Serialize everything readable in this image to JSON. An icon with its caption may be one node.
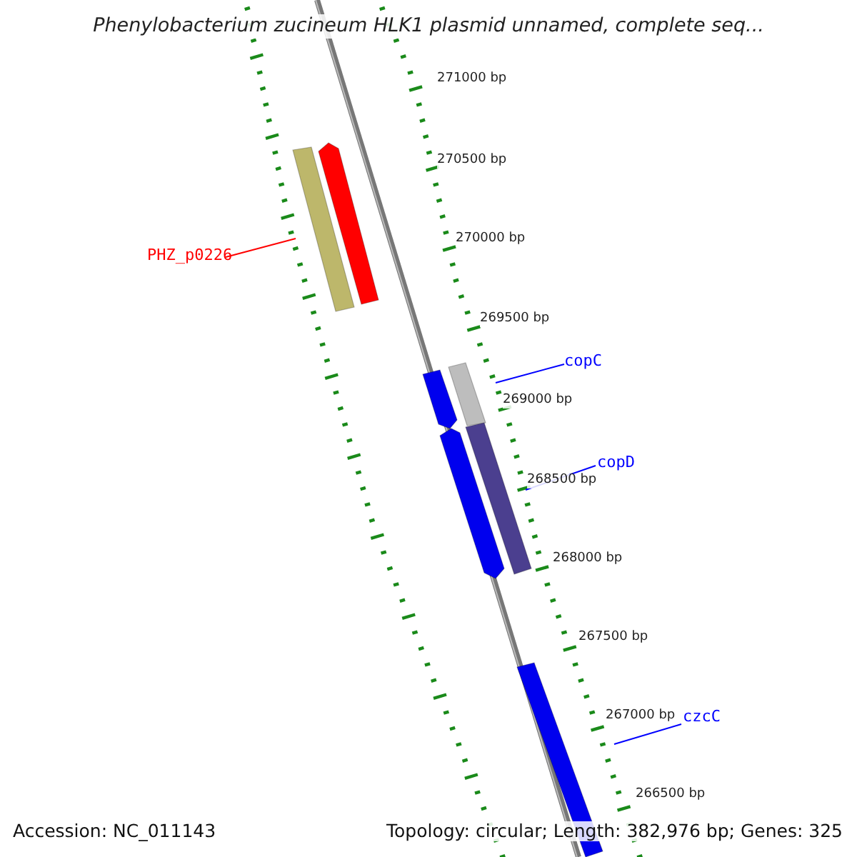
{
  "diagram": {
    "title": "Phenylobacterium zucineum HLK1 plasmid unnamed, complete seq...",
    "nodes": [
      {
        "text": [
          "PHZ_p0226"
        ]
      },
      {
        "text": [],
        "shape": "bar"
      },
      {
        "text": [],
        "shape": "bar"
      },
      {
        "text": [
          "copC"
        ]
      },
      {
        "text": [],
        "shape": "bar"
      },
      {
        "text": [],
        "shape": "bar"
      },
      {
        "text": [
          "copD"
        ]
      },
      {
        "text": [],
        "shape": "bar"
      },
      {
        "text": [],
        "shape": "bar"
      },
      {
        "text": [
          "czcC"
        ]
      },
      {
        "text": [],
        "shape": "bar"
      }
    ],
    "edges": [
      {
        "from": 0,
        "to": 1,
        "arrow": "none",
        "color": "#ff0000"
      },
      {
        "from": 3,
        "to": 5,
        "arrow": "none"
      },
      {
        "from": 6,
        "to": 8,
        "arrow": "none"
      },
      {
        "from": 9,
        "to": 10,
        "arrow": "none"
      }
    ],
    "labels": [
      "271000 bp",
      "270500 bp",
      "270000 bp",
      "269500 bp",
      "269000 bp",
      "268500 bp",
      "268000 bp",
      "267500 bp",
      "267000 bp",
      "266500 bp",
      "Accession: NC_011143",
      "Topology: circular; Length: 382,976 bp; Genes: 325"
    ]
  }
}
